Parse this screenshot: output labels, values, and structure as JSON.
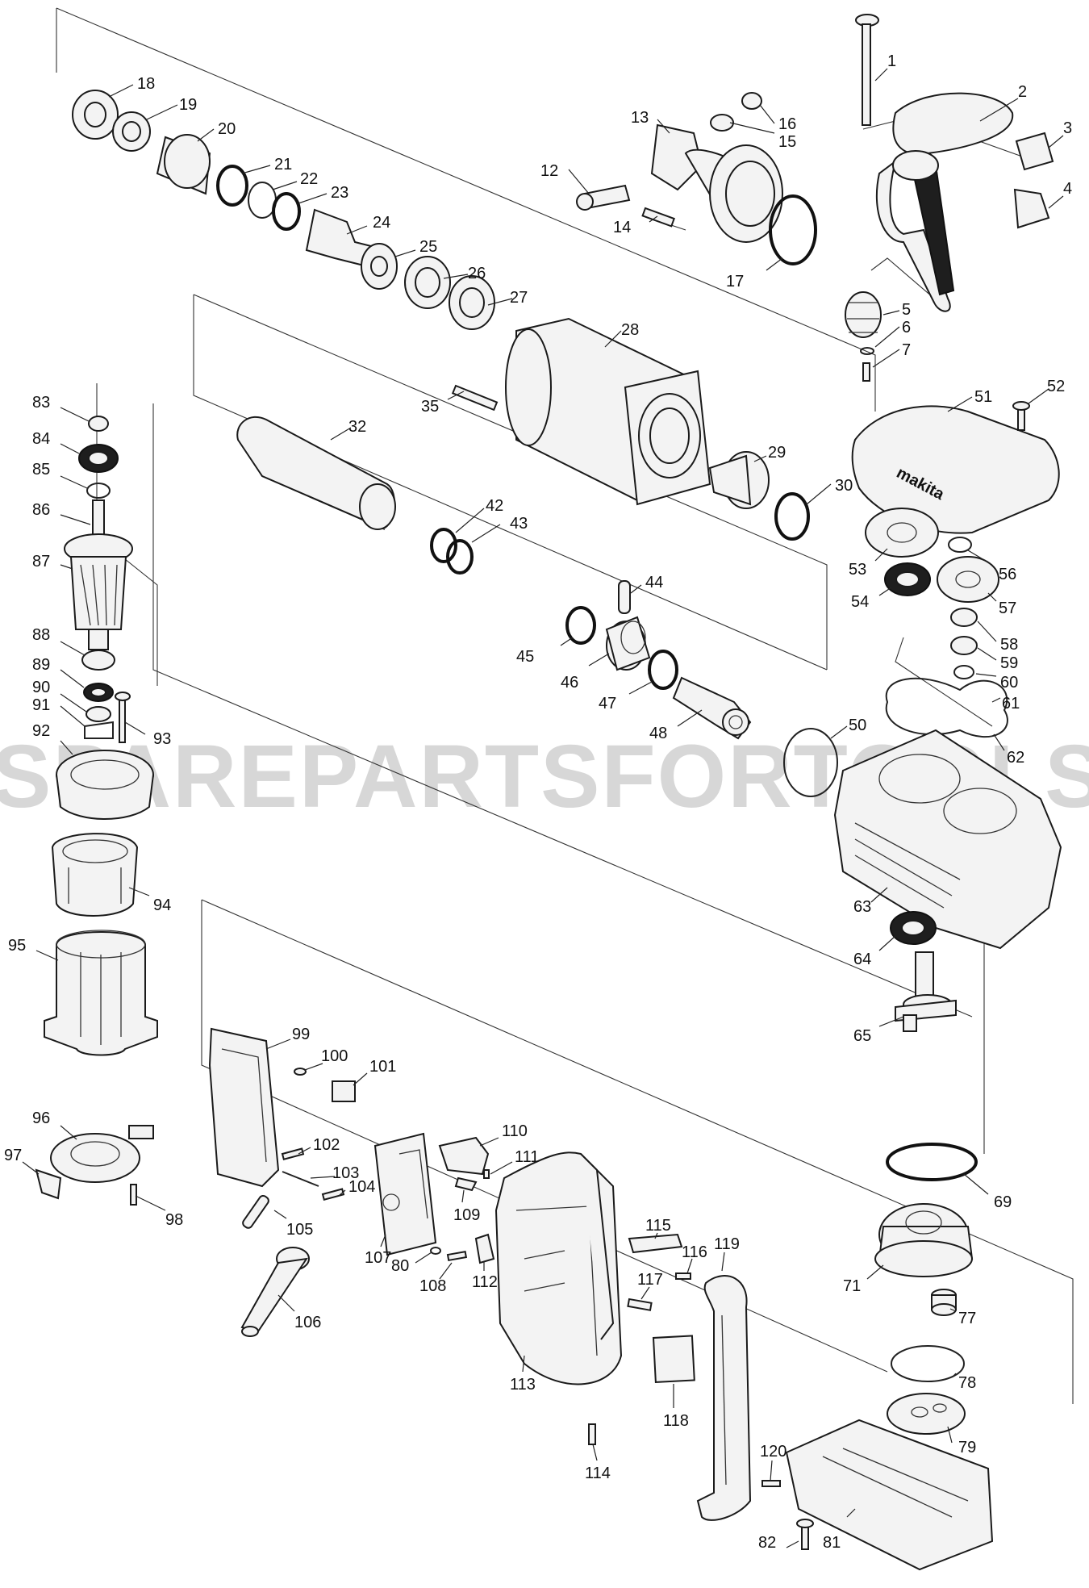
{
  "watermark": "SPAREPARTSFORTOOLS.COM.AU",
  "brand_mark": "makita",
  "callouts": [
    "1",
    "2",
    "3",
    "4",
    "5",
    "6",
    "7",
    "12",
    "13",
    "14",
    "15",
    "16",
    "17",
    "18",
    "19",
    "20",
    "21",
    "22",
    "23",
    "24",
    "25",
    "26",
    "27",
    "28",
    "29",
    "30",
    "32",
    "35",
    "42",
    "43",
    "44",
    "45",
    "46",
    "47",
    "48",
    "50",
    "51",
    "52",
    "53",
    "54",
    "56",
    "57",
    "58",
    "59",
    "60",
    "61",
    "62",
    "63",
    "64",
    "65",
    "69",
    "71",
    "77",
    "78",
    "79",
    "80",
    "81",
    "82",
    "83",
    "84",
    "85",
    "86",
    "87",
    "88",
    "89",
    "90",
    "91",
    "92",
    "93",
    "94",
    "95",
    "96",
    "97",
    "98",
    "99",
    "100",
    "101",
    "102",
    "103",
    "104",
    "105",
    "106",
    "107",
    "108",
    "109",
    "110",
    "111",
    "112",
    "113",
    "114",
    "115",
    "116",
    "117",
    "118",
    "119",
    "120"
  ]
}
